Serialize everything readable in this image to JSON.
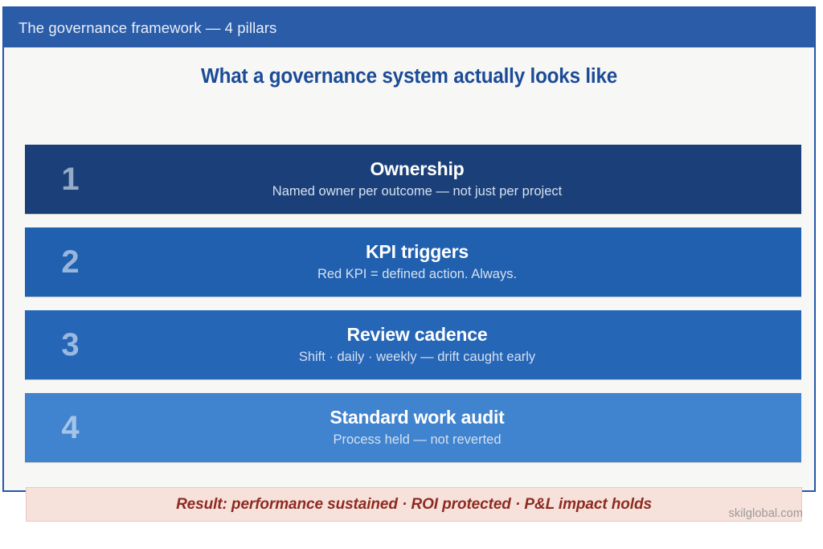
{
  "header": {
    "title": "The governance framework — 4 pillars"
  },
  "slide": {
    "heading": "What a governance system actually looks like",
    "pillars": [
      {
        "number": "1",
        "title": "Ownership",
        "subtitle": "Named owner per outcome  —  not just per project",
        "color": "#1b4079"
      },
      {
        "number": "2",
        "title": "KPI triggers",
        "subtitle": "Red KPI = defined action. Always.",
        "color": "#2160ae"
      },
      {
        "number": "3",
        "title": "Review cadence",
        "subtitle": "Shift · daily · weekly — drift caught early",
        "color": "#2566b7"
      },
      {
        "number": "4",
        "title": "Standard work audit",
        "subtitle": "Process held — not reverted",
        "color": "#4083cf"
      }
    ],
    "result": "Result: performance sustained · ROI protected · P&L impact holds",
    "watermark": "skilglobal.com"
  },
  "colors": {
    "header_bar": "#2a5ca8",
    "slide_border": "#2558a8",
    "heading_text": "#1b4b97",
    "slide_background": "#f7f7f5",
    "banner_background": "#f7e1db",
    "banner_border": "#eec8be",
    "banner_text": "#8d2b20",
    "watermark_text": "#9a9a9a"
  }
}
